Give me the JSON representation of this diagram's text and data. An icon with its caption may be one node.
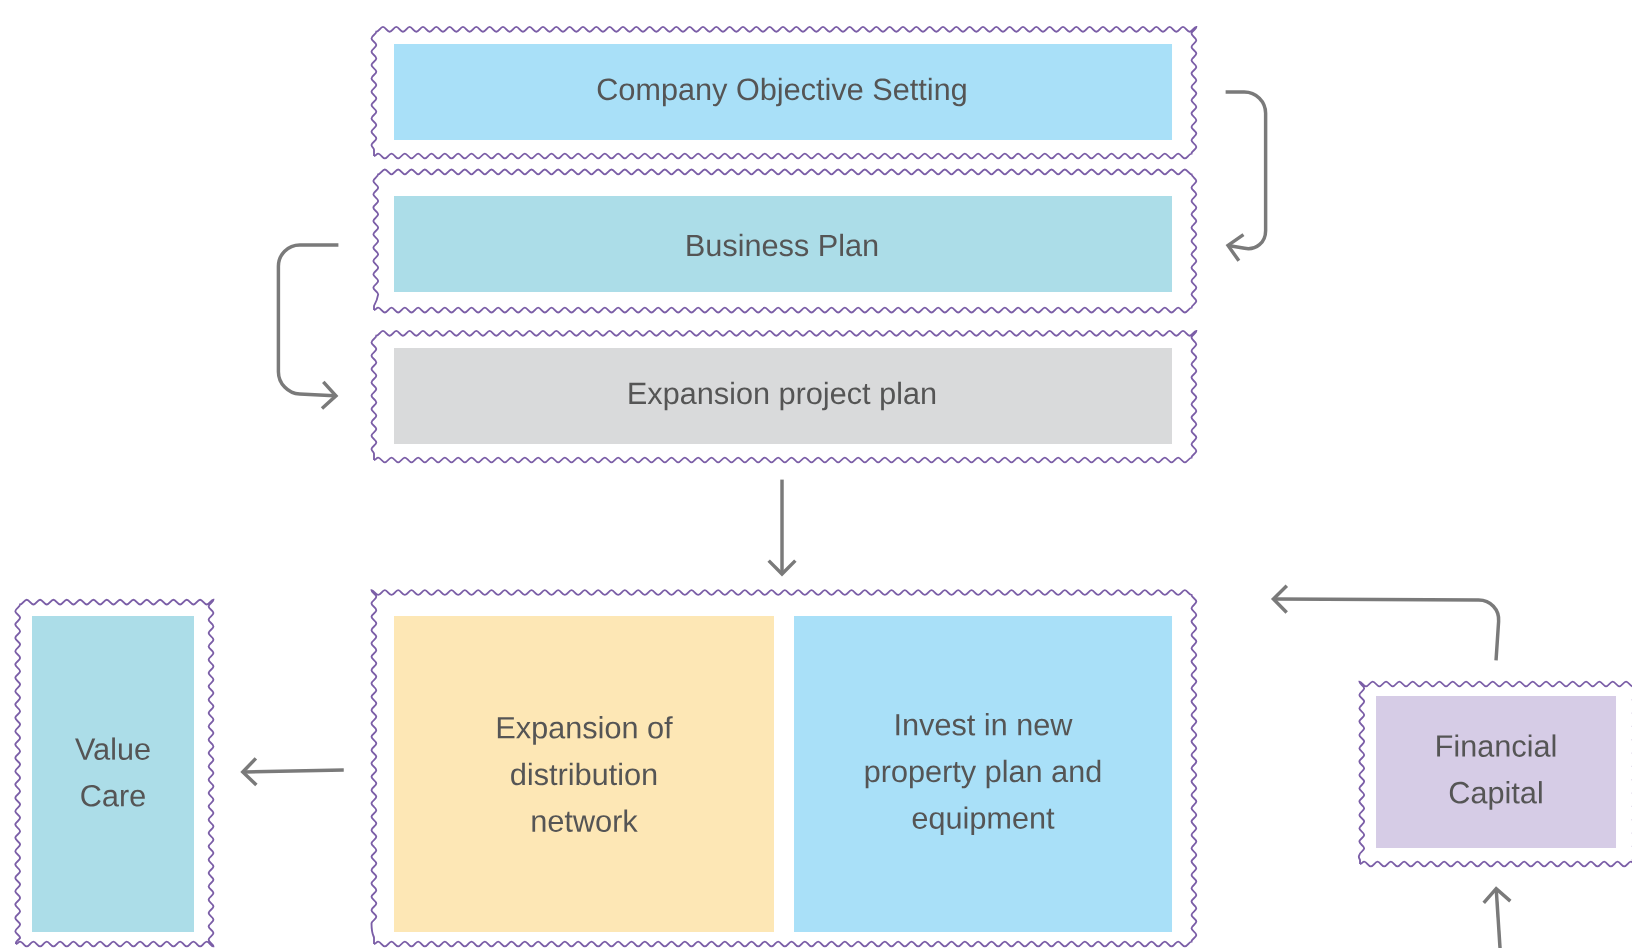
{
  "diagram": {
    "nodes": [
      {
        "text": [
          "Company Objective Setting"
        ]
      },
      {
        "text": [
          "Business Plan"
        ]
      },
      {
        "text": [
          "Expansion project plan"
        ]
      },
      {
        "text": [
          "Value Care"
        ]
      },
      {
        "text": [],
        "shape": "box"
      },
      {
        "text": [
          "Expansion of distribution network"
        ],
        "in": 4
      },
      {
        "text": [
          "Invest in new property plan and equipment"
        ],
        "in": 4
      },
      {
        "text": [
          "Financial Capital"
        ]
      }
    ],
    "edges": [
      {
        "from": 0,
        "to": 1,
        "arrow": "to"
      },
      {
        "from": 1,
        "to": 2,
        "arrow": "to"
      },
      {
        "from": 2,
        "to": 4,
        "arrow": "to"
      },
      {
        "from": 4,
        "to": 3,
        "arrow": "to"
      },
      {
        "from": 7,
        "to": 4,
        "arrow": "to"
      },
      {
        "from": null,
        "to": 7,
        "arrow": "to"
      }
    ]
  }
}
